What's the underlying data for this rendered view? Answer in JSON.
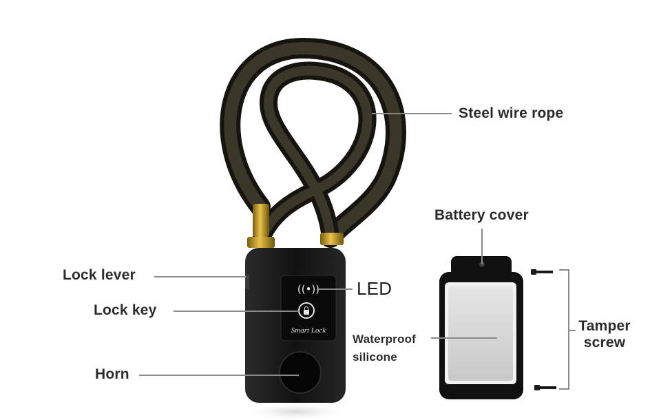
{
  "labels": {
    "steel_wire_rope": "Steel wire rope",
    "battery_cover": "Battery cover",
    "lock_lever": "Lock lever",
    "led": "LED",
    "lock_key": "Lock key",
    "horn": "Horn",
    "waterproof_line1": "Waterproof",
    "waterproof_line2": "silicone",
    "tamper_line1": "Tamper",
    "tamper_line2": "screw"
  },
  "device": {
    "panel_text": "Smart Lock"
  },
  "colors": {
    "cable": "#1f1d16",
    "brass": "#c9a227",
    "body": "#151515",
    "silicone": "#dcdcdc",
    "leader": "#8a8a8a",
    "label": "#2b2b2b"
  },
  "icons": {
    "wireless": "wireless-signal-icon",
    "lock": "padlock-icon"
  }
}
